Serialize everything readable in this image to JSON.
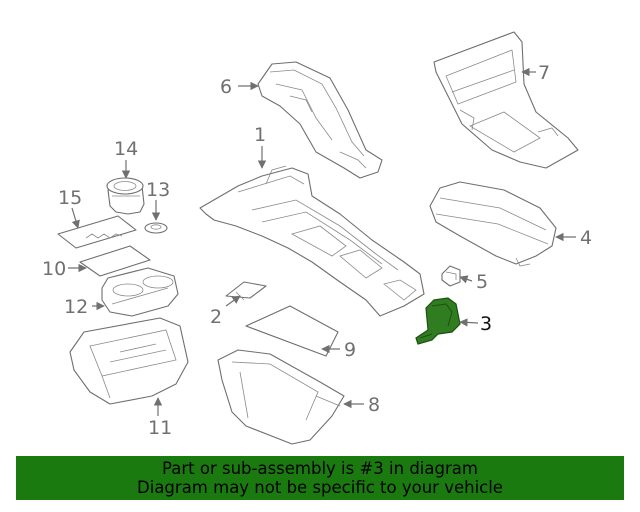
{
  "diagram": {
    "callouts": [
      {
        "id": "1",
        "label": "1"
      },
      {
        "id": "2",
        "label": "2"
      },
      {
        "id": "3",
        "label": "3",
        "highlighted": true
      },
      {
        "id": "4",
        "label": "4"
      },
      {
        "id": "5",
        "label": "5"
      },
      {
        "id": "6",
        "label": "6"
      },
      {
        "id": "7",
        "label": "7"
      },
      {
        "id": "8",
        "label": "8"
      },
      {
        "id": "9",
        "label": "9"
      },
      {
        "id": "10",
        "label": "10"
      },
      {
        "id": "11",
        "label": "11"
      },
      {
        "id": "12",
        "label": "12"
      },
      {
        "id": "13",
        "label": "13"
      },
      {
        "id": "14",
        "label": "14"
      },
      {
        "id": "15",
        "label": "15"
      }
    ],
    "highlight_color": "#2f7d20"
  },
  "banner": {
    "line1": "Part or sub-assembly is #3 in diagram",
    "line2": "Diagram may not be specific to your vehicle",
    "background": "#1a7a10"
  }
}
